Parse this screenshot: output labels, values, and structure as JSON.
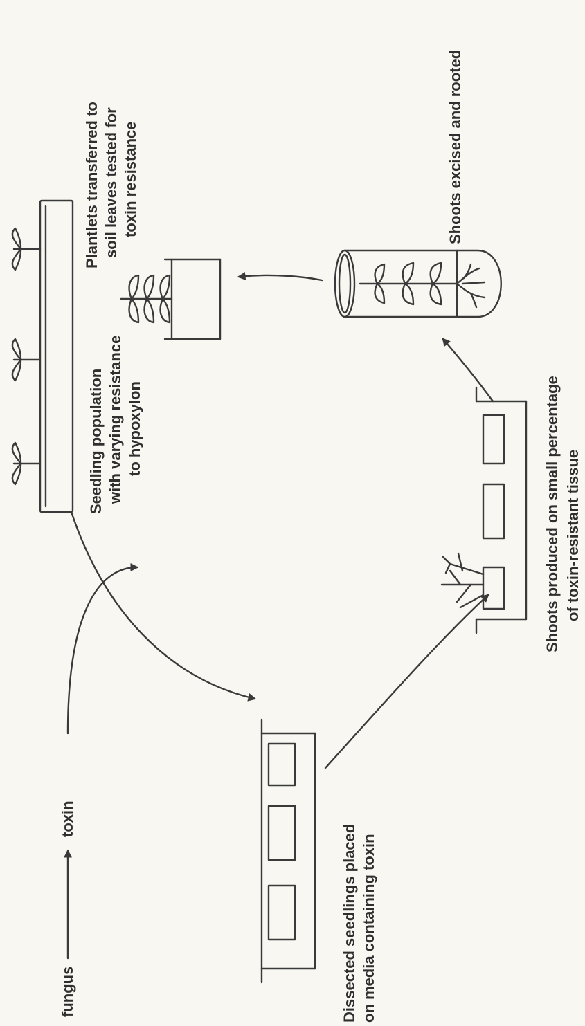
{
  "labels": {
    "fungus": "fungus",
    "toxin": "toxin",
    "dissected_line1": "Dissected seedlings placed",
    "dissected_line2": "on media containing toxin",
    "seedling_line1": "Seedling population",
    "seedling_line2": "with varying resistance",
    "seedling_line3": "to hypoxylon",
    "shoots_line1": "Shoots produced on small percentage",
    "shoots_line2": "of toxin-resistant tissue",
    "excised": "Shoots excised and rooted",
    "plantlets_line1": "Plantlets transferred to",
    "plantlets_line2": "soil leaves tested for",
    "plantlets_line3": "toxin resistance"
  },
  "colors": {
    "ink": "#3a3a3a",
    "background": "#f8f7f2"
  }
}
